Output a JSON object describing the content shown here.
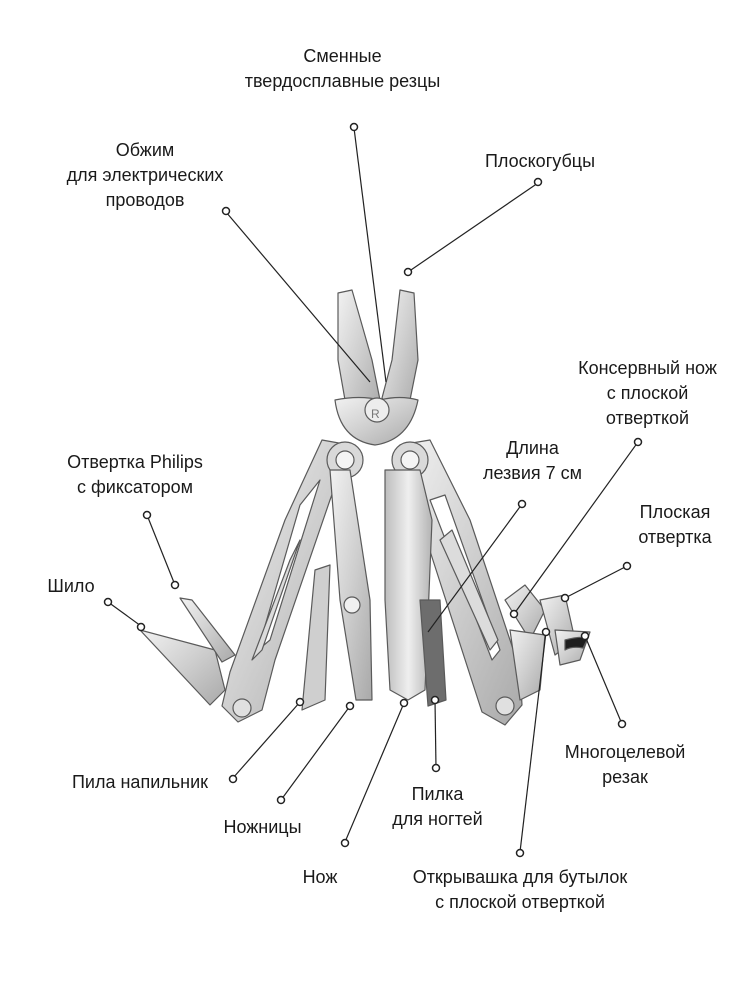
{
  "labels": {
    "carbide_cutters": [
      "Сменные",
      "твердосплавные резцы"
    ],
    "crimper": [
      "Обжим",
      "для электрических",
      "проводов"
    ],
    "pliers": [
      "Плоскогубцы"
    ],
    "can_opener": [
      "Консервный нож",
      "с плоской",
      "отверткой"
    ],
    "blade_length": [
      "Длина",
      "лезвия 7 см"
    ],
    "philips": [
      "Отвертка Philips",
      "с фиксатором"
    ],
    "flat_screwdriver": [
      "Плоская",
      "отвертка"
    ],
    "awl": [
      "Шило"
    ],
    "multi_cutter": [
      "Многоцелевой",
      "резак"
    ],
    "saw_file": [
      "Пила напильник"
    ],
    "scissors": [
      "Ножницы"
    ],
    "nail_file": [
      "Пилка",
      "для ногтей"
    ],
    "knife": [
      "Нож"
    ],
    "bottle_opener": [
      "Открывашка для бутылок",
      "с плоской отверткой"
    ]
  },
  "colors": {
    "line": "#222222",
    "steel_light": "#e4e4e4",
    "steel_mid": "#c3c3c3",
    "steel_dark": "#8a8a8a",
    "outline": "#5a5a5a"
  },
  "logo_letter": "R"
}
